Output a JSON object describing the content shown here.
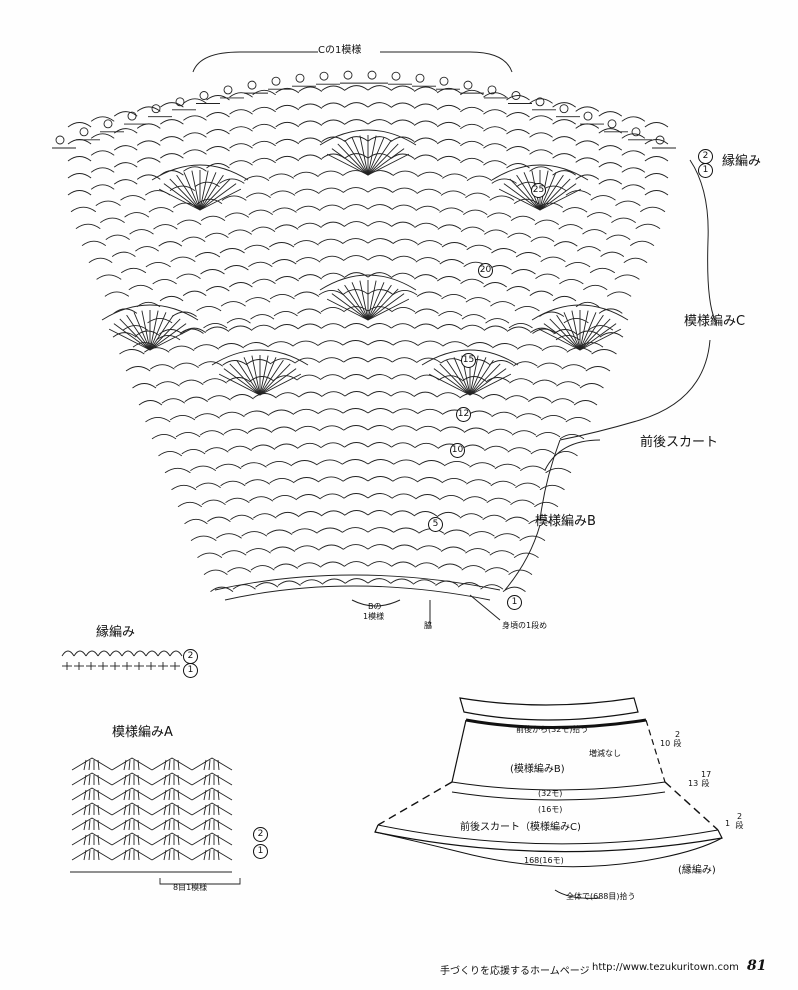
{
  "main_chart": {
    "top_repeat": "Cの1模様",
    "edge": "縁編み",
    "pattern_c": "模様編みC",
    "skirt": "前後スカート",
    "pattern_b": "模様編みB",
    "b_repeat_line1": "Bの",
    "b_repeat_line2": "1模様",
    "side": "脇",
    "body_row1": "身頃の1段め",
    "rows": [
      "1",
      "5",
      "10",
      "12",
      "15",
      "20",
      "25",
      "1",
      "2"
    ]
  },
  "edge_chart": {
    "title": "縁編み",
    "rows": [
      "2",
      "1"
    ]
  },
  "pattern_a": {
    "title": "模様編みA",
    "rows": [
      "2",
      "1"
    ],
    "repeat": "8目1模様"
  },
  "schematic": {
    "pickup": "前後から(32モ)拾う",
    "no_change": "増減なし",
    "pattern_b": "(模様編みB)",
    "count_32": "(32モ)",
    "count_16": "(16モ)",
    "skirt": "前後スカート（模様編みC)",
    "count_168": "168(16モ)",
    "edge": "(縁編み)",
    "total": "全体で(688目)拾う",
    "dim_10": "10",
    "dim_10_rows": "2段",
    "dim_13": "13",
    "dim_13_rows": "17段",
    "dim_1": "1",
    "dim_1_rows": "2段"
  },
  "footer": {
    "text": "手づくりを応援するホームページ",
    "url": "http://www.tezukuritown.com",
    "page": "81"
  }
}
